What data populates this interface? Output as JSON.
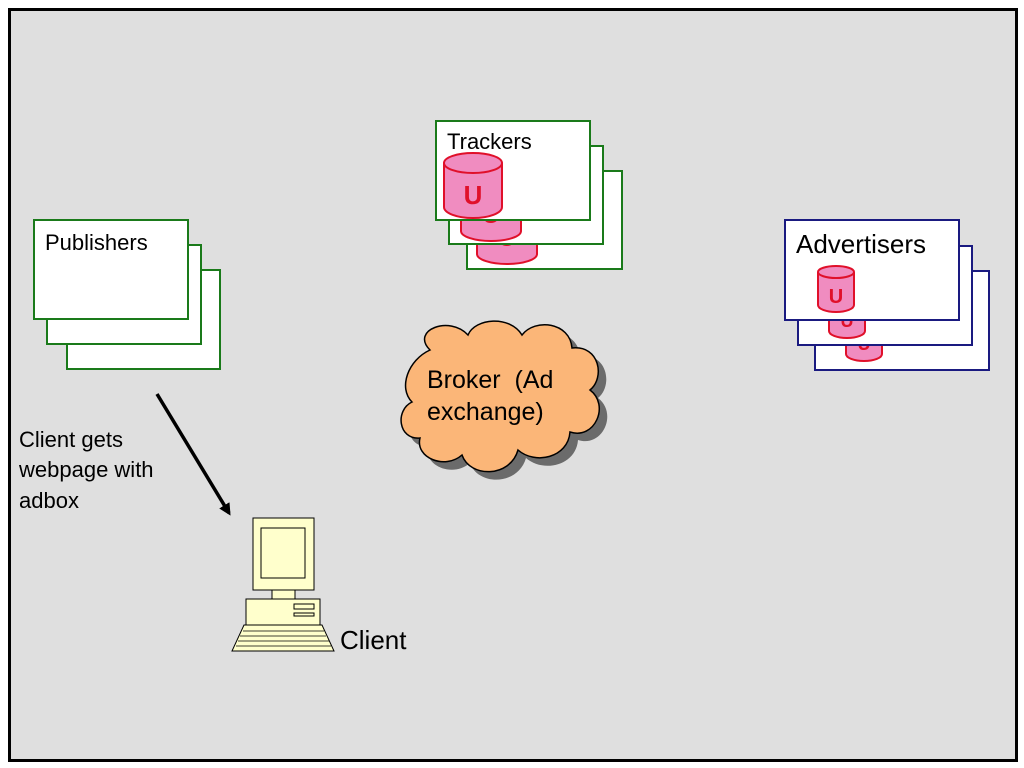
{
  "nodes": {
    "publishers": {
      "label": "Publishers"
    },
    "trackers": {
      "label": "Trackers",
      "db_label": "U"
    },
    "advertisers": {
      "label": "Advertisers",
      "db_label": "U"
    },
    "broker": {
      "line1": "Broker  (Ad",
      "line2": "exchange)"
    },
    "client": {
      "label": "Client"
    }
  },
  "annotation": {
    "line1": "Client gets",
    "line2": "webpage with",
    "line3": "adbox"
  },
  "colors": {
    "background": "#dfdfdf",
    "green_border": "#1a7a1a",
    "navy_border": "#1a1a80",
    "db_fill": "#f08cc0",
    "db_stroke": "#e0102a",
    "cloud_fill": "#fbb678",
    "computer_fill": "#ffffcc"
  }
}
